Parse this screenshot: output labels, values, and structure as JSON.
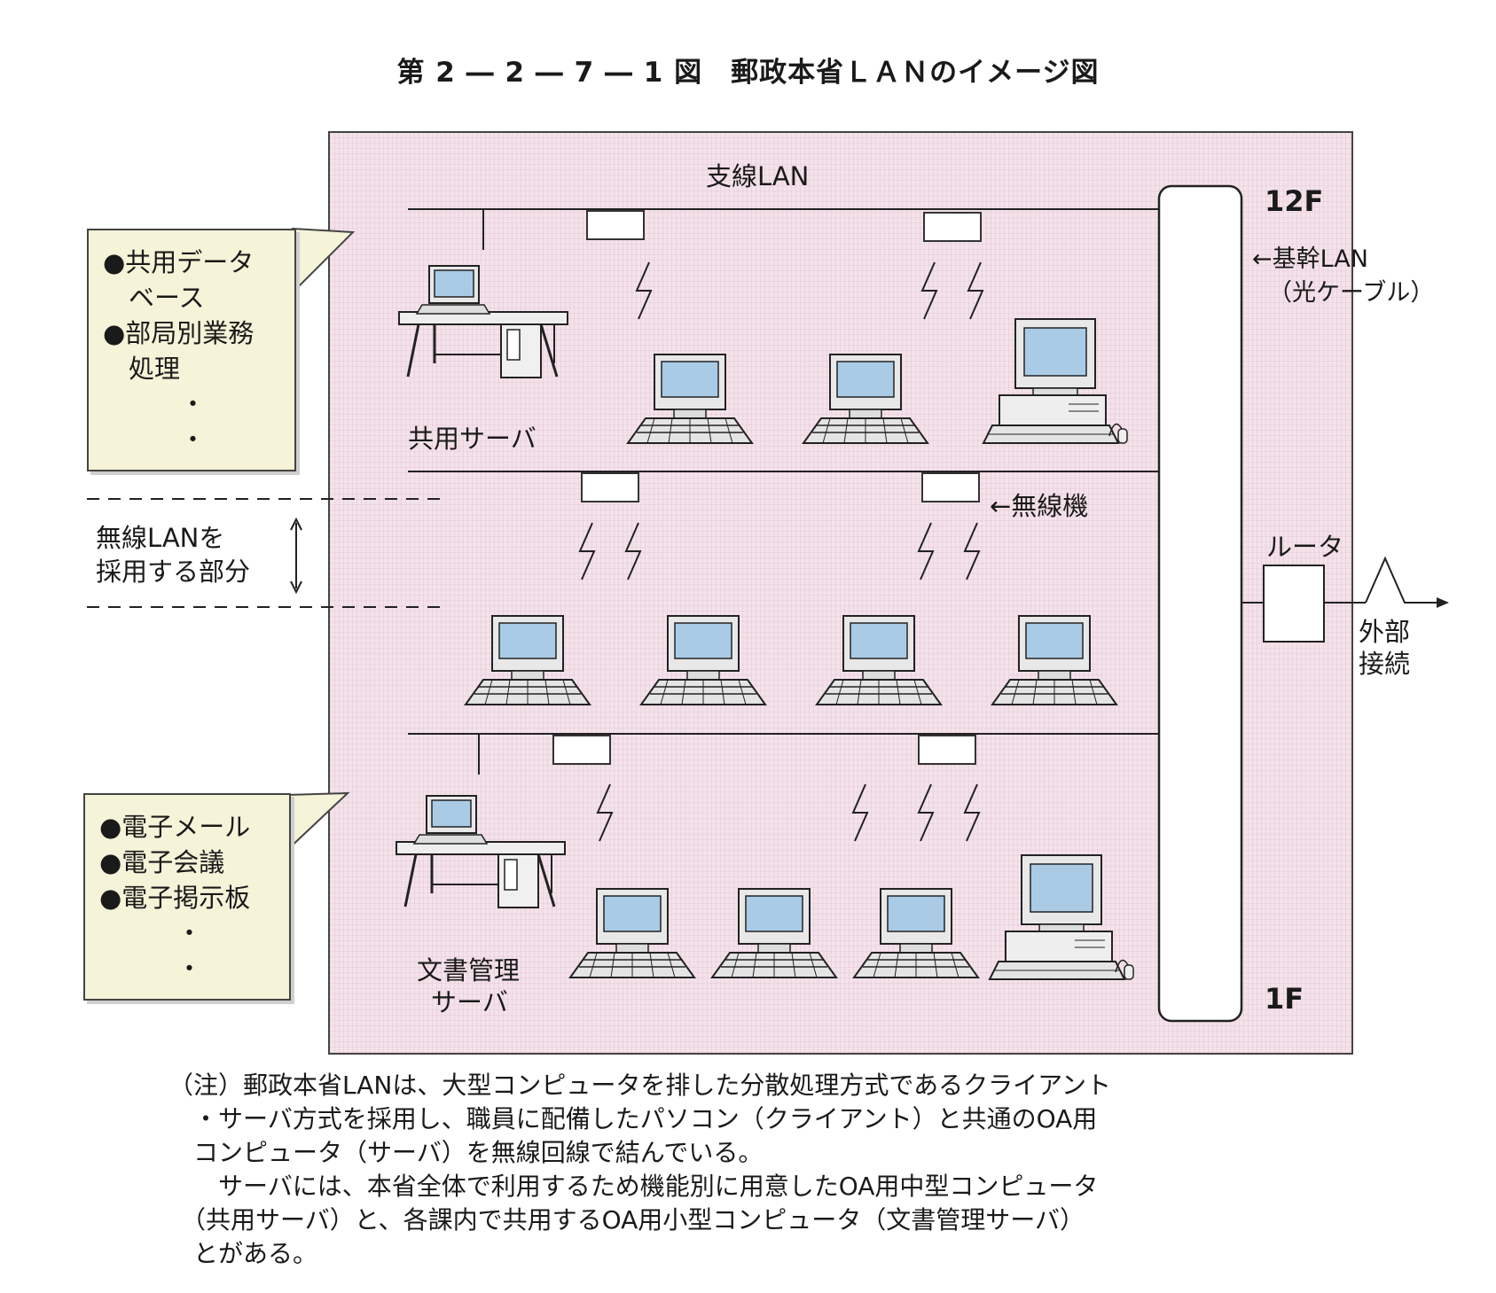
{
  "title": "第 2 ― 2 ― 7 ― 1 図　郵政本省ＬＡＮのイメージ図",
  "labels": {
    "branch_lan": "支線LAN",
    "floor_top": "12F",
    "floor_bottom": "1F",
    "backbone": "←基幹LAN",
    "backbone_sub": "（光ケーブル）",
    "wireless_device": "←無線機",
    "router": "ルータ",
    "external_1": "外部",
    "external_2": "接続",
    "shared_server": "共用サーバ",
    "doc_server_1": "文書管理",
    "doc_server_2": "サーバ",
    "wireless_part_1": "無線LANを",
    "wireless_part_2": "採用する部分"
  },
  "callout_top": [
    "●共用データ",
    "　ベース",
    "●部局別業務",
    "　処理",
    "　　　・",
    "　　　・"
  ],
  "callout_bottom": [
    "●電子メール",
    "●電子会議",
    "●電子掲示板",
    "　　　・",
    "　　　・"
  ],
  "note": [
    "（注）郵政本省LANは、大型コンピュータを排した分散処理方式であるクライアント",
    "　・サーバ方式を採用し、職員に配備したパソコン（クライアント）と共通のOA用",
    "　コンピュータ（サーバ）を無線回線で結んでいる。",
    "　　サーバには、本省全体で利用するため機能別に用意したOA用中型コンピュータ",
    "　（共用サーバ）と、各課内で共用するOA用小型コンピュータ（文書管理サーバ）",
    "　とがある。"
  ],
  "colors": {
    "background": "#f4e2ea",
    "callout": "#f5f3d8",
    "screen": "#a9cbe6"
  }
}
